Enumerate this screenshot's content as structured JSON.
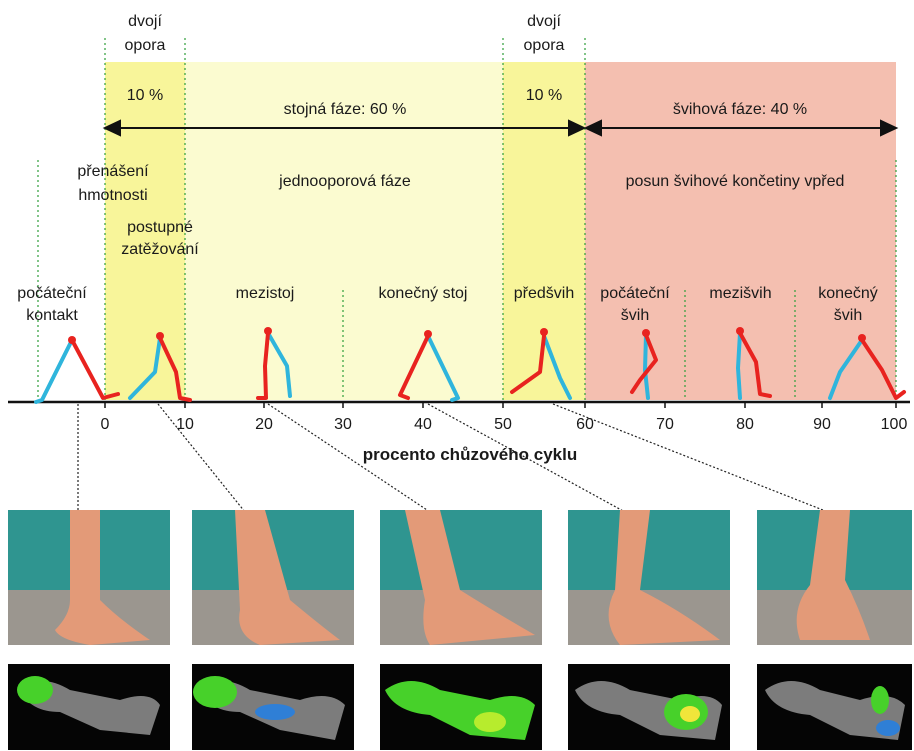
{
  "phases": {
    "double_support_1": {
      "title_line1": "dvojí",
      "title_line2": "opora",
      "percent": "10 %"
    },
    "double_support_2": {
      "title_line1": "dvojí",
      "title_line2": "opora",
      "percent": "10 %"
    },
    "stance": "stojná fáze: 60 %",
    "swing": "švihová fáze: 40 %"
  },
  "subphases": {
    "weight_transfer_1": "přenášení",
    "weight_transfer_2": "hmotnosti",
    "loading_1": "postupné",
    "loading_2": "zatěžování",
    "single_support": "jednooporová fáze",
    "swing_advance": "posun švihové končetiny vpřed"
  },
  "events": {
    "initial_contact_1": "počáteční",
    "initial_contact_2": "kontakt",
    "midstance": "mezistoj",
    "terminal_stance": "konečný stoj",
    "preswing": "předšvih",
    "initial_swing_1": "počáteční",
    "initial_swing_2": "švih",
    "midswing": "mezišvih",
    "terminal_swing_1": "konečný",
    "terminal_swing_2": "švih"
  },
  "axis": {
    "title": "procento chůzového cyklu",
    "ticks": [
      "0",
      "10",
      "20",
      "30",
      "40",
      "50",
      "60",
      "70",
      "80",
      "90",
      "100"
    ]
  },
  "colors": {
    "stance_fill": "#fbfbd0",
    "double_support_fill": "#f8f59a",
    "swing_fill": "#f4bfb0",
    "reference_leg": "#e8231f",
    "other_leg": "#2fb5dc",
    "phase_divider": "#2e9e3a"
  }
}
